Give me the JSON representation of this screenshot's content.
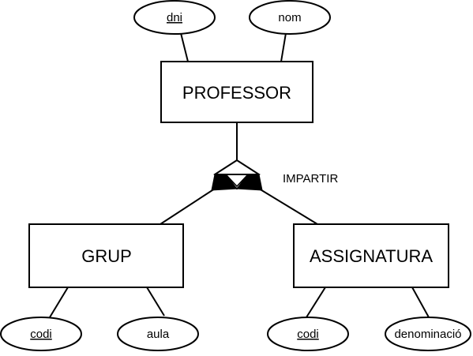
{
  "diagram": {
    "entities": {
      "professor": {
        "name": "PROFESSOR"
      },
      "grup": {
        "name": "GRUP"
      },
      "assignatura": {
        "name": "ASSIGNATURA"
      }
    },
    "relationship": {
      "name": "IMPARTIR"
    },
    "attributes": {
      "professor_dni": {
        "name": "dni",
        "key": true
      },
      "professor_nom": {
        "name": "nom",
        "key": false
      },
      "grup_codi": {
        "name": "codi",
        "key": true
      },
      "grup_aula": {
        "name": "aula",
        "key": false
      },
      "assignatura_codi": {
        "name": "codi",
        "key": true
      },
      "assignatura_denominacio": {
        "name": "denominació",
        "key": false
      }
    },
    "colors": {
      "stroke": "#000000",
      "fill": "#ffffff",
      "marker": "#000000"
    }
  }
}
